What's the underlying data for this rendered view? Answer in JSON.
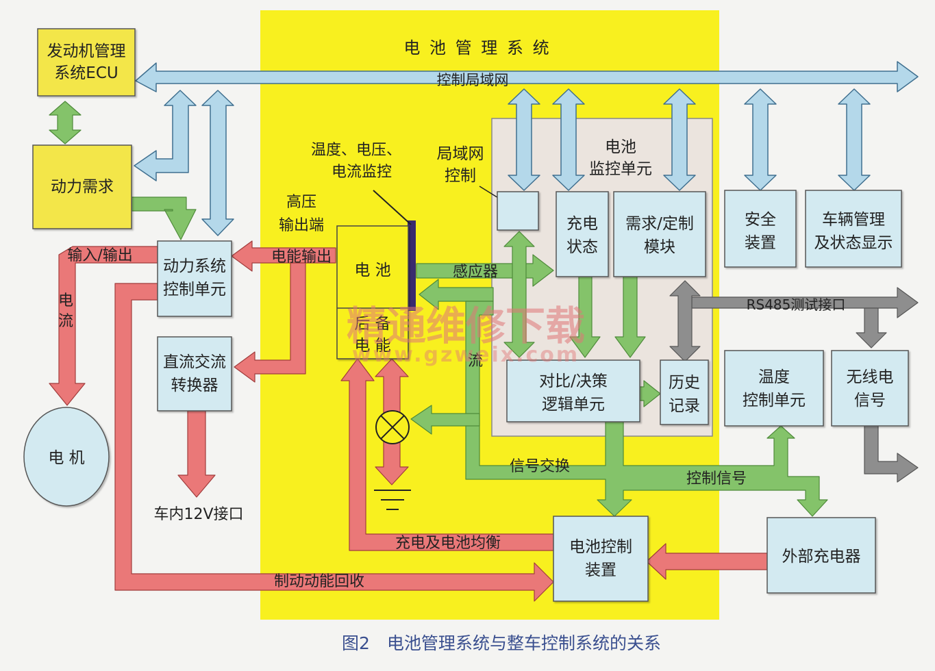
{
  "bms_title": "电 池 管 理 系 统",
  "can_bus_label": "控制局域网",
  "boxes": {
    "ecu": [
      "发动机管理",
      "系统ECU"
    ],
    "power_demand": "动力需求",
    "powertrain_ctrl": [
      "动力系统",
      "控制单元"
    ],
    "dc_converter": [
      "直流交流",
      "转换器"
    ],
    "motor": "电 机",
    "battery": "电 池",
    "backup": [
      "后 备",
      "电 能"
    ],
    "monitor_unit": [
      "电池",
      "监控单元"
    ],
    "can_ctrl": [
      "局域网",
      "控制"
    ],
    "charge_state": [
      "充电",
      "状态"
    ],
    "demand_module": [
      "需求/定制",
      "模块"
    ],
    "compare_logic": [
      "对比/决策",
      "逻辑单元"
    ],
    "history": [
      "历史",
      "记录"
    ],
    "safety": [
      "安全",
      "装置"
    ],
    "vehicle_mgmt": [
      "车辆管理",
      "及状态显示"
    ],
    "temp_ctrl": [
      "温度",
      "控制单元"
    ],
    "wireless": [
      "无线电",
      "信号"
    ],
    "battery_ctrl": [
      "电池控制",
      "装置"
    ],
    "ext_charger": "外部充电器"
  },
  "labels": {
    "temp_volt": [
      "温度、电压、",
      "电流监控"
    ],
    "hv_output": [
      "高压",
      "输出端"
    ],
    "input_output": "输入/输出",
    "current": [
      "电",
      "流"
    ],
    "energy_output": "电能输出",
    "sensor": "感应器",
    "current2": "流",
    "rs485": "RS485测试接口",
    "signal_exchange": "信号交换",
    "control_signal": "控制信号",
    "charge_balance": "充电及电池均衡",
    "regen_brake": "制动动能回收",
    "port_12v": "车内12V接口"
  },
  "watermark": {
    "cn": "精通维修下载",
    "url": "www.gzweix.com"
  },
  "caption": "图2　电池管理系统与整车控制系统的关系",
  "colors": {
    "bms_bg": "#f8f01f",
    "box_yellow": "#f3e64a",
    "box_blue": "#d3eaf1",
    "monitor_bg": "#ebe4de",
    "arrow_blue": "#b4d8ea",
    "arrow_red": "#ea7878",
    "arrow_green": "#84c36a",
    "arrow_gray": "#8e8e8e",
    "caption": "#3a4f8f"
  }
}
